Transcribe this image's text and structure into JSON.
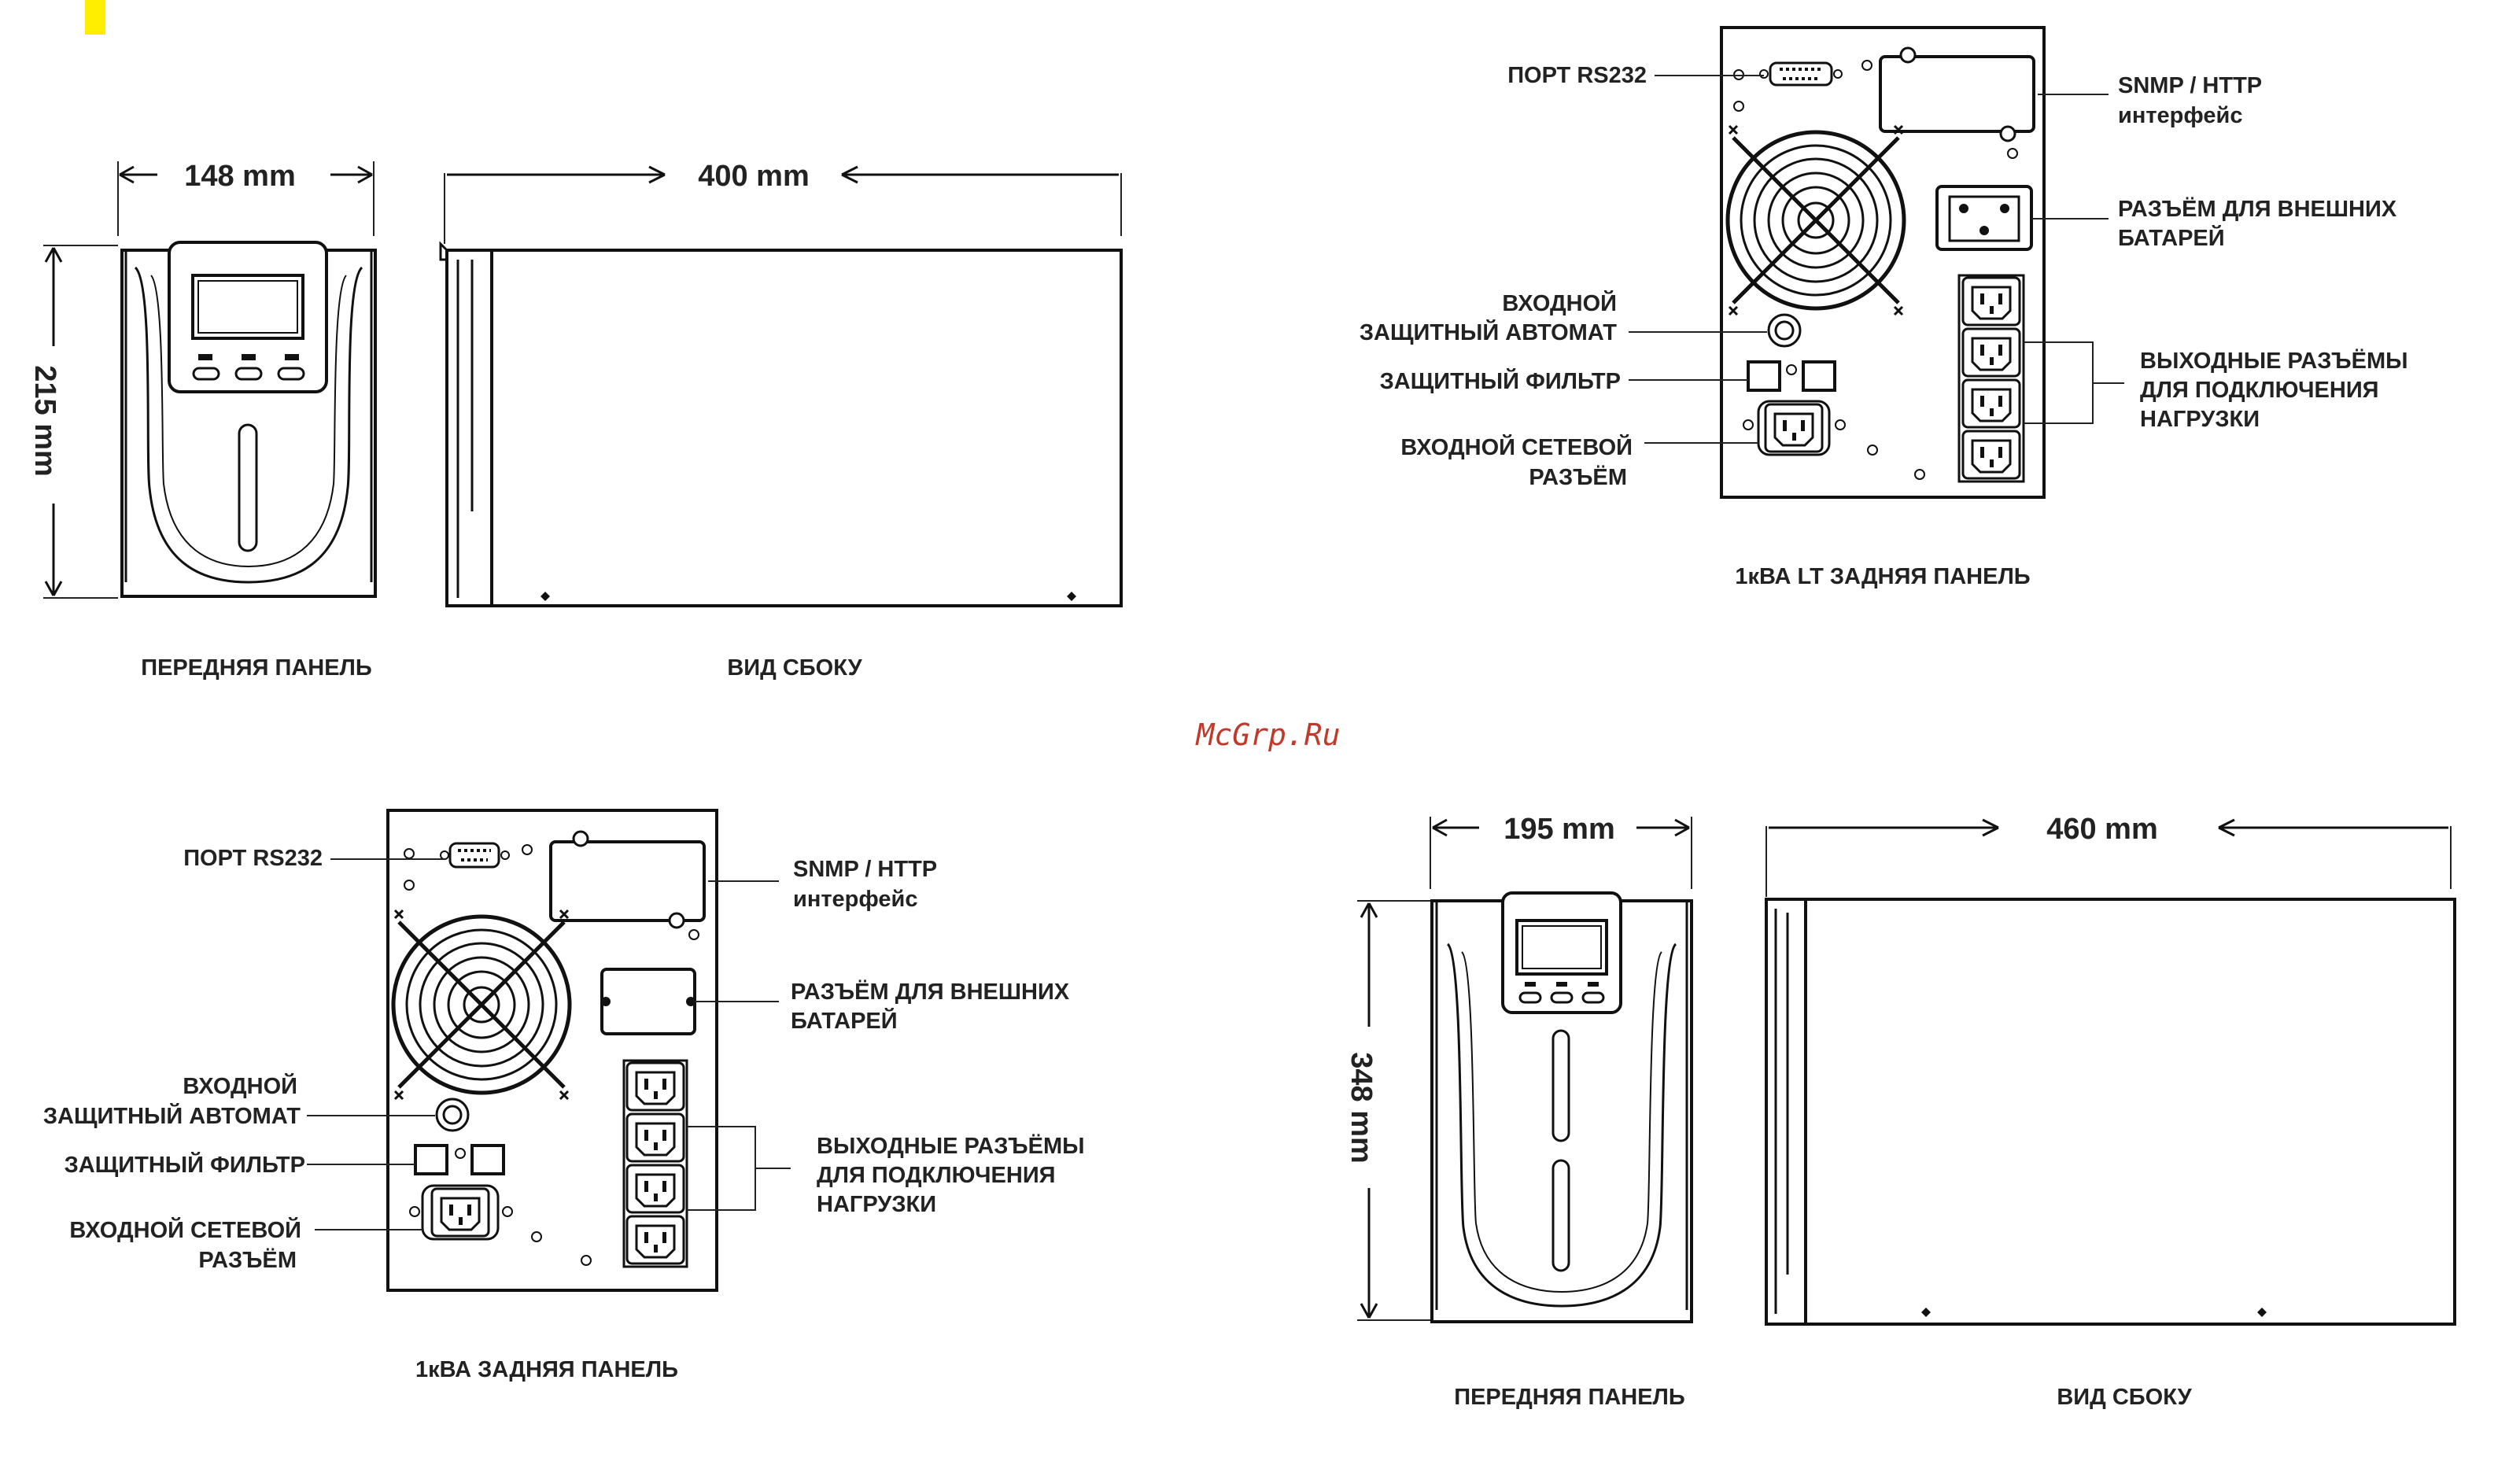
{
  "colors": {
    "watermark": "#c0392b",
    "marker": "#ffee00",
    "ink": "#111111"
  },
  "top_left": {
    "front_width": "148 mm",
    "side_depth": "400 mm",
    "height": "215 mm",
    "front_caption": "ПЕРЕДНЯЯ ПАНЕЛЬ",
    "side_caption": "ВИД СБОКУ"
  },
  "top_right": {
    "caption": "1кВА LT ЗАДНЯЯ ПАНЕЛЬ",
    "labels": {
      "rs232": "ПОРТ RS232",
      "snmp_1": "SNMP / HTTP",
      "snmp_2": "интерфейс",
      "ext_batt_1": "РАЗЪЁМ ДЛЯ ВНЕШНИХ",
      "ext_batt_2": "БАТАРЕЙ",
      "breaker_1": "ВХОДНОЙ",
      "breaker_2": "ЗАЩИТНЫЙ АВТОМАТ",
      "filter": "ЗАЩИТНЫЙ ФИЛЬТР",
      "mains_1": "ВХОДНОЙ СЕТЕВОЙ",
      "mains_2": "РАЗЪЁМ",
      "outputs_1": "ВЫХОДНЫЕ РАЗЪЁМЫ",
      "outputs_2": "ДЛЯ ПОДКЛЮЧЕНИЯ",
      "outputs_3": "НАГРУЗКИ"
    }
  },
  "bottom_left": {
    "caption": "1кВА ЗАДНЯЯ ПАНЕЛЬ",
    "labels": {
      "rs232": "ПОРТ RS232",
      "snmp_1": "SNMP / HTTP",
      "snmp_2": "интерфейс",
      "ext_batt_1": "РАЗЪЁМ ДЛЯ ВНЕШНИХ",
      "ext_batt_2": "БАТАРЕЙ",
      "breaker_1": "ВХОДНОЙ",
      "breaker_2": "ЗАЩИТНЫЙ АВТОМАТ",
      "filter": "ЗАЩИТНЫЙ ФИЛЬТР",
      "mains_1": "ВХОДНОЙ СЕТЕВОЙ",
      "mains_2": "РАЗЪЁМ",
      "outputs_1": "ВЫХОДНЫЕ РАЗЪЁМЫ",
      "outputs_2": "ДЛЯ ПОДКЛЮЧЕНИЯ",
      "outputs_3": "НАГРУЗКИ"
    }
  },
  "bottom_right": {
    "front_width": "195 mm",
    "side_depth": "460 mm",
    "height": "348 mm",
    "front_caption": "ПЕРЕДНЯЯ ПАНЕЛЬ",
    "side_caption": "ВИД СБОКУ"
  },
  "watermark": "McGrp.Ru"
}
